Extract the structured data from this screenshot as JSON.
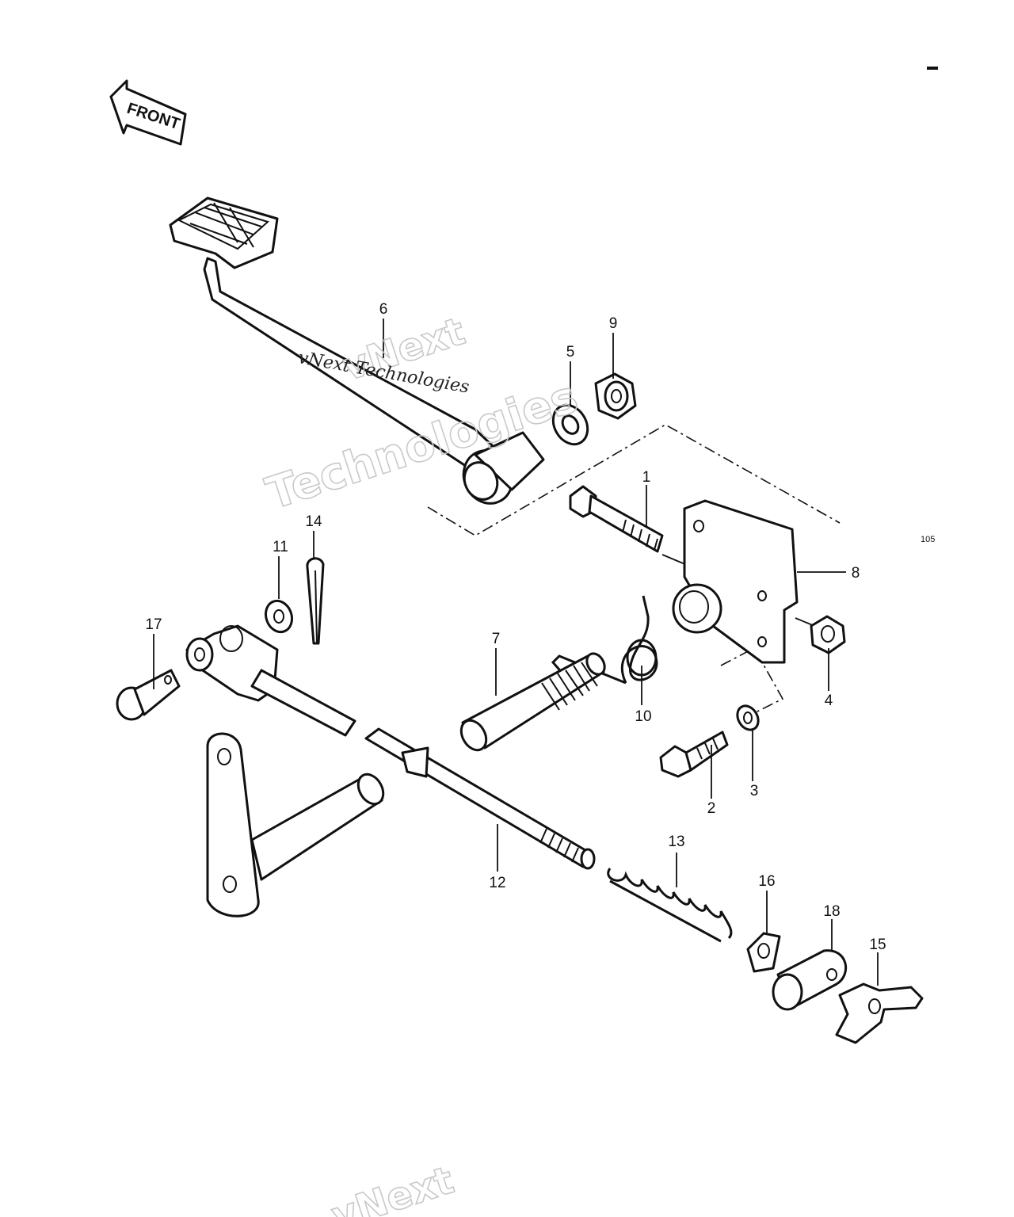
{
  "direction_label": "FRONT",
  "sheet_mark": "105",
  "watermark": {
    "big_line1": "vNext",
    "big_line2": "Technologies",
    "small": "vNext Technologies"
  },
  "callouts": [
    "1",
    "2",
    "3",
    "4",
    "5",
    "6",
    "7",
    "8",
    "9",
    "10",
    "11",
    "12",
    "13",
    "14",
    "15",
    "16",
    "17",
    "18"
  ],
  "colors": {
    "ink": "#111111",
    "paper": "#ffffff",
    "watermark": "#c9c9c9"
  }
}
